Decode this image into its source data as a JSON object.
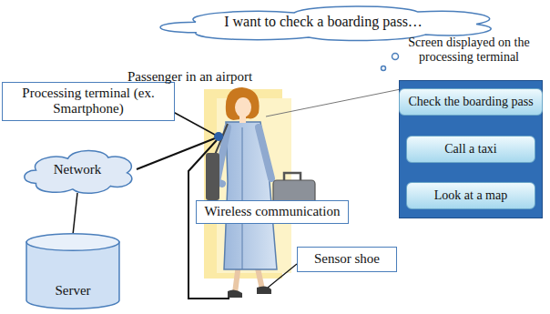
{
  "diagram": {
    "nodes": [
      {
        "text": [
          "I want to check a boarding pass…"
        ]
      },
      {
        "text": [
          "Screen displayed on the processing terminal"
        ]
      },
      {
        "text": [
          "Check the boarding pass"
        ],
        "in": 1
      },
      {
        "text": [
          "Call a taxi"
        ],
        "in": 1
      },
      {
        "text": [
          "Look at a map"
        ],
        "in": 1
      },
      {
        "text": [
          "Processing terminal (ex. Smartphone)"
        ]
      },
      {
        "text": [
          "Network"
        ]
      },
      {
        "text": [
          "Wireless communication"
        ]
      },
      {
        "text": [
          "Sensor shoe"
        ]
      },
      {
        "text": [
          "Server"
        ]
      }
    ],
    "edges": [
      {
        "from": 6,
        "to": 9,
        "arrow": "none"
      }
    ],
    "labels": [
      "Passenger in an airport"
    ]
  }
}
